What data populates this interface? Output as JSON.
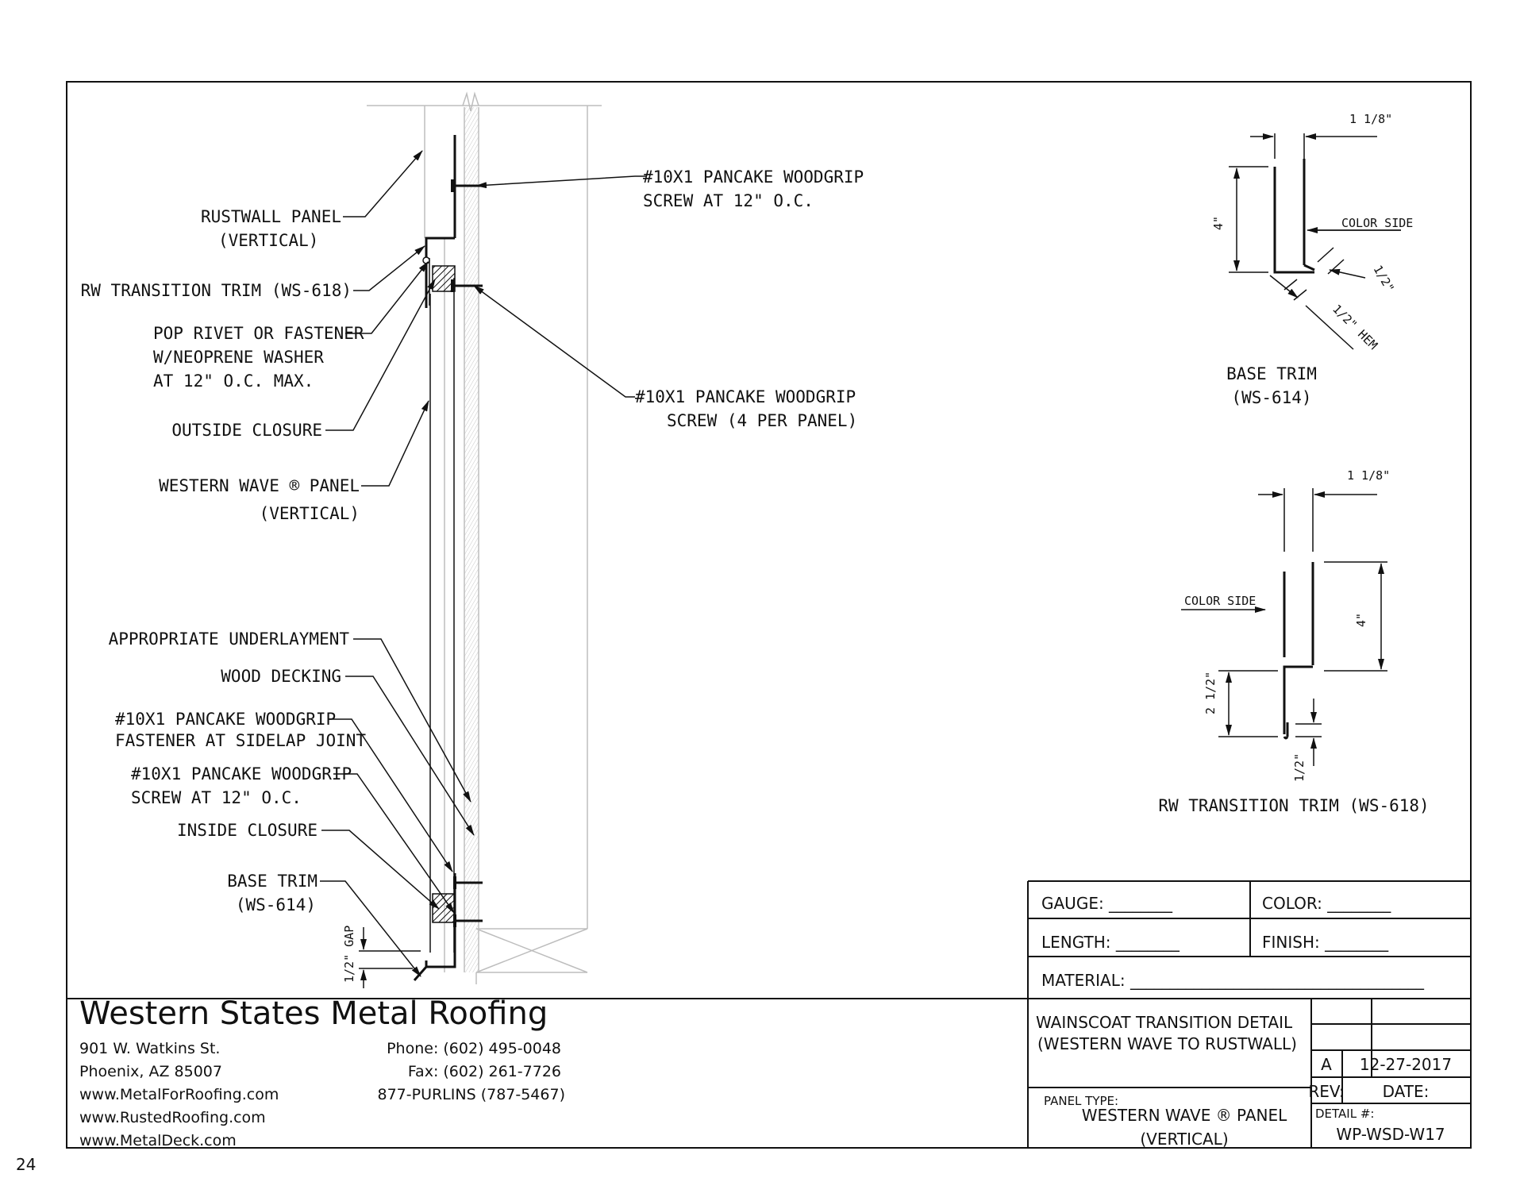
{
  "page_number": "24",
  "callouts_left": {
    "rustwall_panel": "RUSTWALL PANEL",
    "rustwall_vertical": "(VERTICAL)",
    "rw_transition_trim": "RW TRANSITION TRIM (WS-618)",
    "pop_rivet_1": "POP RIVET OR FASTENER",
    "pop_rivet_2": "W/NEOPRENE WASHER",
    "pop_rivet_3": "AT 12\" O.C. MAX.",
    "outside_closure": "OUTSIDE CLOSURE",
    "western_wave_panel": "WESTERN WAVE ® PANEL",
    "western_wave_vertical": "(VERTICAL)",
    "underlayment": "APPROPRIATE UNDERLAYMENT",
    "wood_decking": "WOOD DECKING",
    "sidelap_1": "#10X1 PANCAKE WOODGRIP",
    "sidelap_2": "FASTENER AT SIDELAP JOINT",
    "screw12_1": "#10X1 PANCAKE WOODGRIP",
    "screw12_2": "SCREW AT 12\" O.C.",
    "inside_closure": "INSIDE CLOSURE",
    "base_trim": "BASE TRIM",
    "base_trim_code": "(WS-614)",
    "gap_label": "1/2\" GAP"
  },
  "callouts_center": {
    "top_screw_1": "#10X1 PANCAKE WOODGRIP",
    "top_screw_2": "SCREW AT 12\" O.C.",
    "mid_screw_1": "#10X1 PANCAKE WOODGRIP",
    "mid_screw_2": "SCREW (4 PER PANEL)"
  },
  "base_trim_detail": {
    "dim_top": "1 1/8\"",
    "dim_height": "4\"",
    "color_side": "COLOR SIDE",
    "dim_half": "1/2\"",
    "dim_hem": "1/2\" HEM",
    "title": "BASE TRIM",
    "code": "(WS-614)"
  },
  "rw_transition_detail": {
    "dim_top": "1 1/8\"",
    "color_side": "COLOR SIDE",
    "dim_height": "4\"",
    "dim_lower": "2 1/2\"",
    "dim_half": "1/2\"",
    "title": "RW TRANSITION TRIM (WS-618)"
  },
  "title_block": {
    "gauge": "GAUGE: ________",
    "color": "COLOR: ________",
    "length": "LENGTH: ________",
    "finish": "FINISH: ________",
    "material": "MATERIAL: _____________________________________",
    "detail_title_1": "WAINSCOAT TRANSITION DETAIL",
    "detail_title_2": "(WESTERN WAVE TO RUSTWALL)",
    "rev_value": "A",
    "date_value": "12-27-2017",
    "rev_label": "REV:",
    "date_label": "DATE:",
    "panel_type_label": "PANEL TYPE:",
    "panel_type_1": "WESTERN WAVE ® PANEL",
    "panel_type_2": "(VERTICAL)",
    "detail_no_label": "DETAIL #:",
    "detail_no": "WP-WSD-W17"
  },
  "company": {
    "name": "Western States Metal Roofing",
    "address_1": "901 W. Watkins St.",
    "address_2": "Phoenix, AZ 85007",
    "web_1": "www.MetalForRoofing.com",
    "web_2": "www.RustedRoofing.com",
    "web_3": "www.MetalDeck.com",
    "phone": "Phone: (602) 495-0048",
    "fax": "Fax: (602) 261-7726",
    "purlins": "877-PURLINS (787-5467)"
  }
}
